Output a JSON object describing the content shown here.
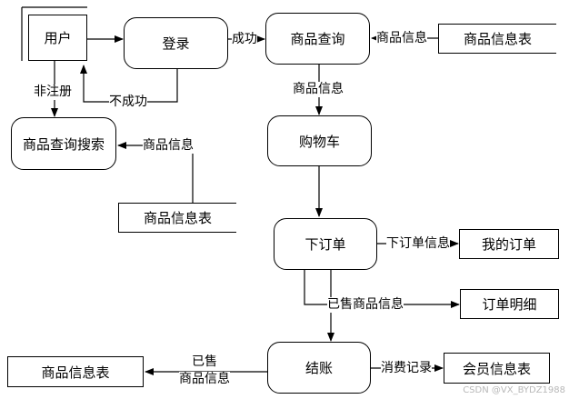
{
  "nodes": {
    "user": "用户",
    "login": "登录",
    "product_query": "商品查询",
    "product_info_table_top": "商品信息表",
    "product_query_search": "商品查询搜索",
    "product_info_table_mid": "商品信息表",
    "cart": "购物车",
    "place_order": "下订单",
    "my_orders": "我的订单",
    "order_details": "订单明细",
    "checkout": "结账",
    "member_info_table": "会员信息表",
    "product_info_table_bottom": "商品信息表"
  },
  "flows": {
    "success": "成功",
    "product_info_in": "商品信息",
    "not_registered": "非注册",
    "failed": "不成功",
    "product_info_to_search": "商品信息",
    "product_info_to_cart": "商品信息",
    "order_info": "下订单信息",
    "sold_product_info": "已售商品信息",
    "consumption_record": "消费记录",
    "sold_label_line1": "已售",
    "sold_label_line2": "商品信息"
  },
  "watermark": "CSDN @VX_BYDZ1988"
}
